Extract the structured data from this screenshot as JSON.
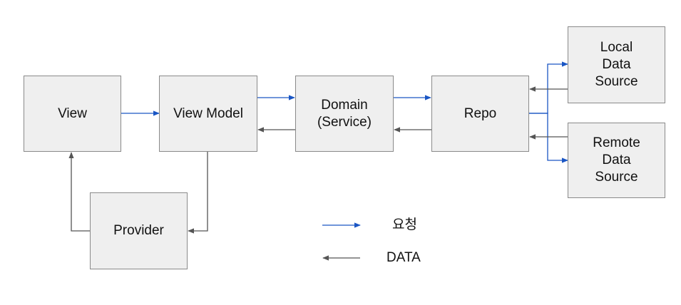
{
  "nodes": {
    "view": "View",
    "view_model": "View Model",
    "domain": "Domain\n(Service)",
    "repo": "Repo",
    "local": "Local\nData\nSource",
    "remote": "Remote\nData\nSource",
    "provider": "Provider"
  },
  "legend": {
    "request_label": "요청",
    "data_label": "DATA"
  },
  "colors": {
    "request": "#1a56c4",
    "data": "#555555",
    "box_fill": "#efefef",
    "box_border": "#8a8a8a"
  }
}
